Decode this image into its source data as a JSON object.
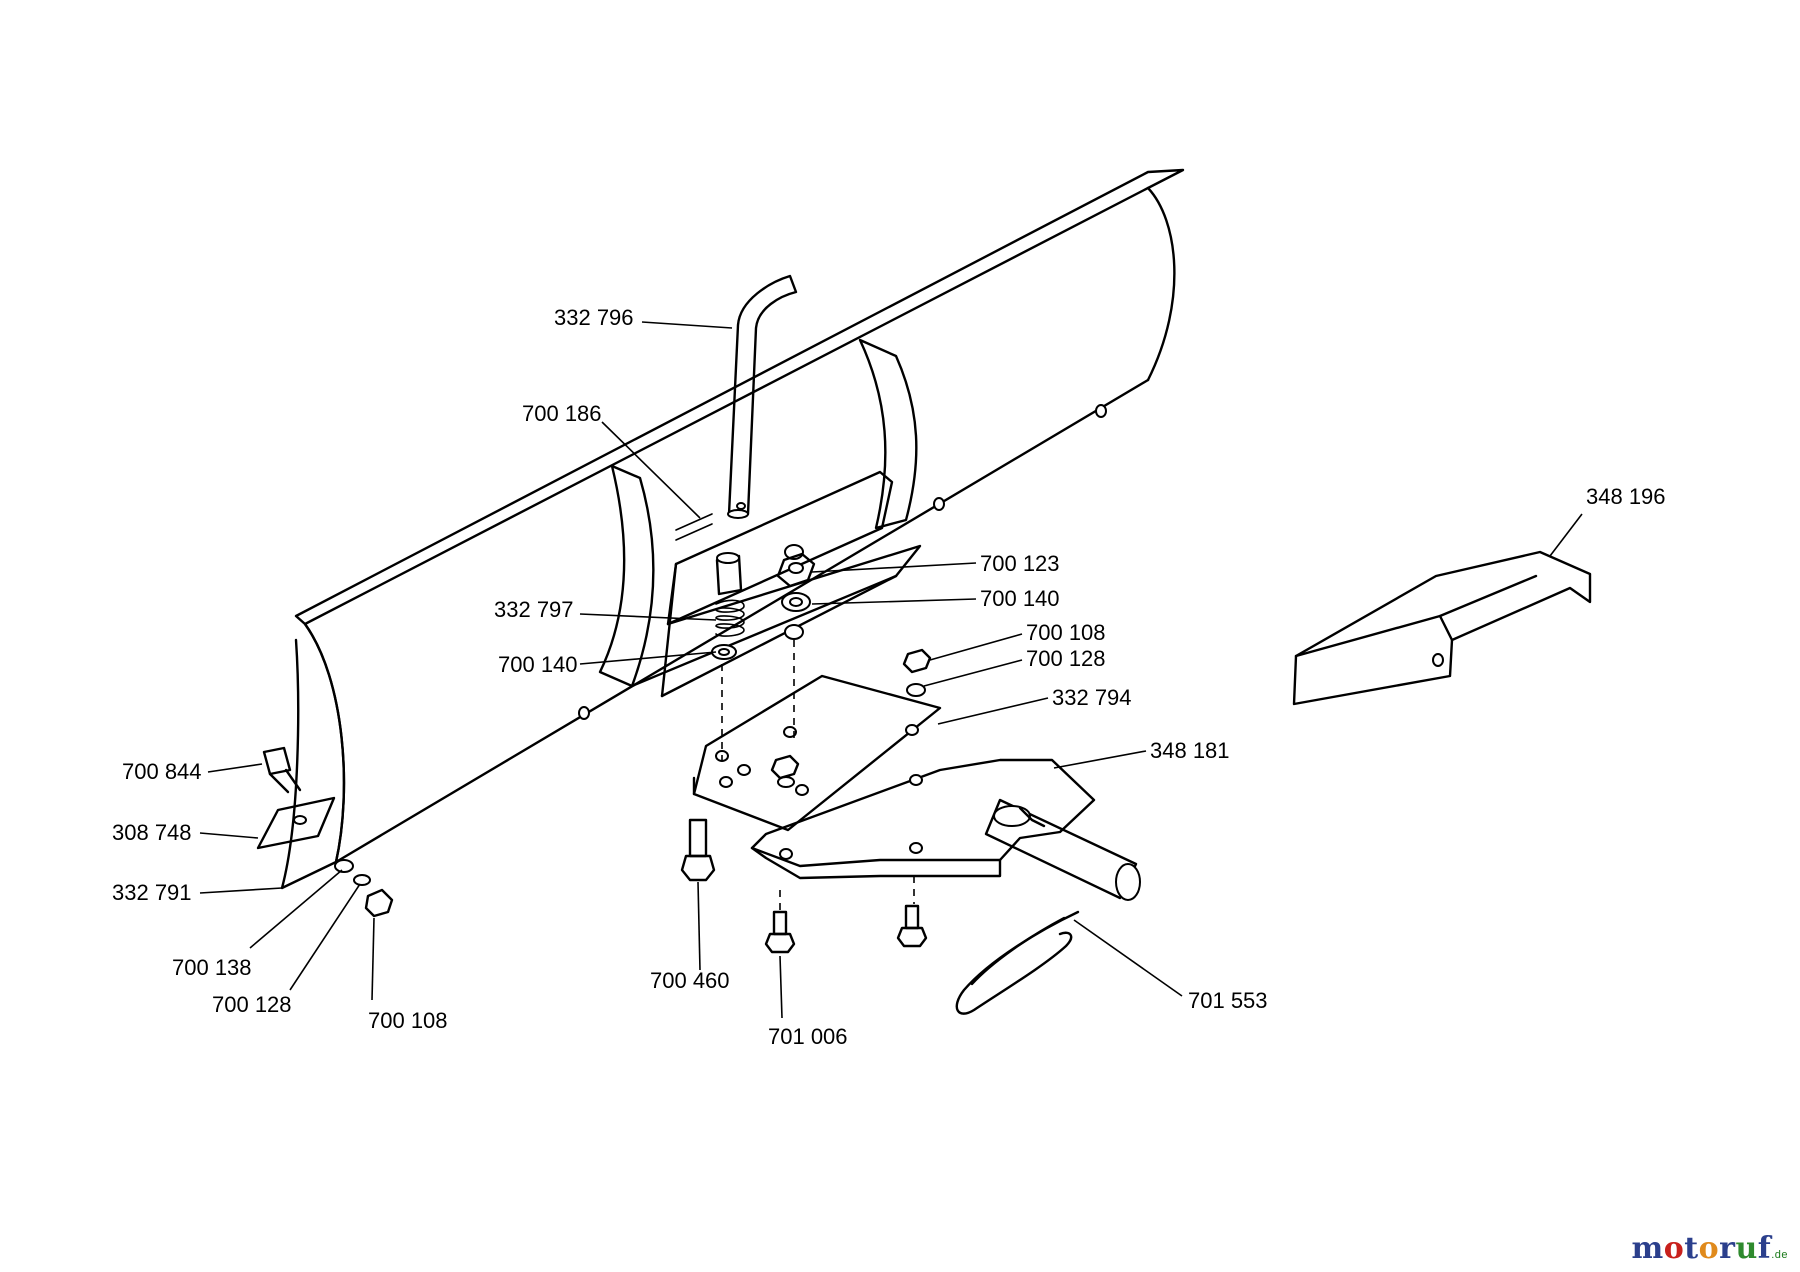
{
  "callouts": {
    "p332796": "332 796",
    "p700186": "700 186",
    "p348196": "348 196",
    "p700123": "700 123",
    "p332797": "332 797",
    "p700140a": "700 140",
    "p700140b": "700 140",
    "p700108a": "700 108",
    "p700128a": "700 128",
    "p332794": "332 794",
    "p348181": "348 181",
    "p700844": "700 844",
    "p308748": "308 748",
    "p332791": "332 791",
    "p700138": "700 138",
    "p700128b": "700 128",
    "p700108b": "700 108",
    "p700460": "700 460",
    "p701006": "701 006",
    "p701553": "701 553"
  },
  "watermark": {
    "m": "m",
    "o1": "o",
    "t": "t",
    "o2": "o",
    "r": "r",
    "u": "u",
    "f": "f",
    "de": ".de"
  },
  "colors": {
    "line": "#000000",
    "background": "#ffffff",
    "wm_blue": "#2b3f8c",
    "wm_red": "#c8201c",
    "wm_orange": "#e08a1c",
    "wm_green": "#2e8a2e"
  }
}
